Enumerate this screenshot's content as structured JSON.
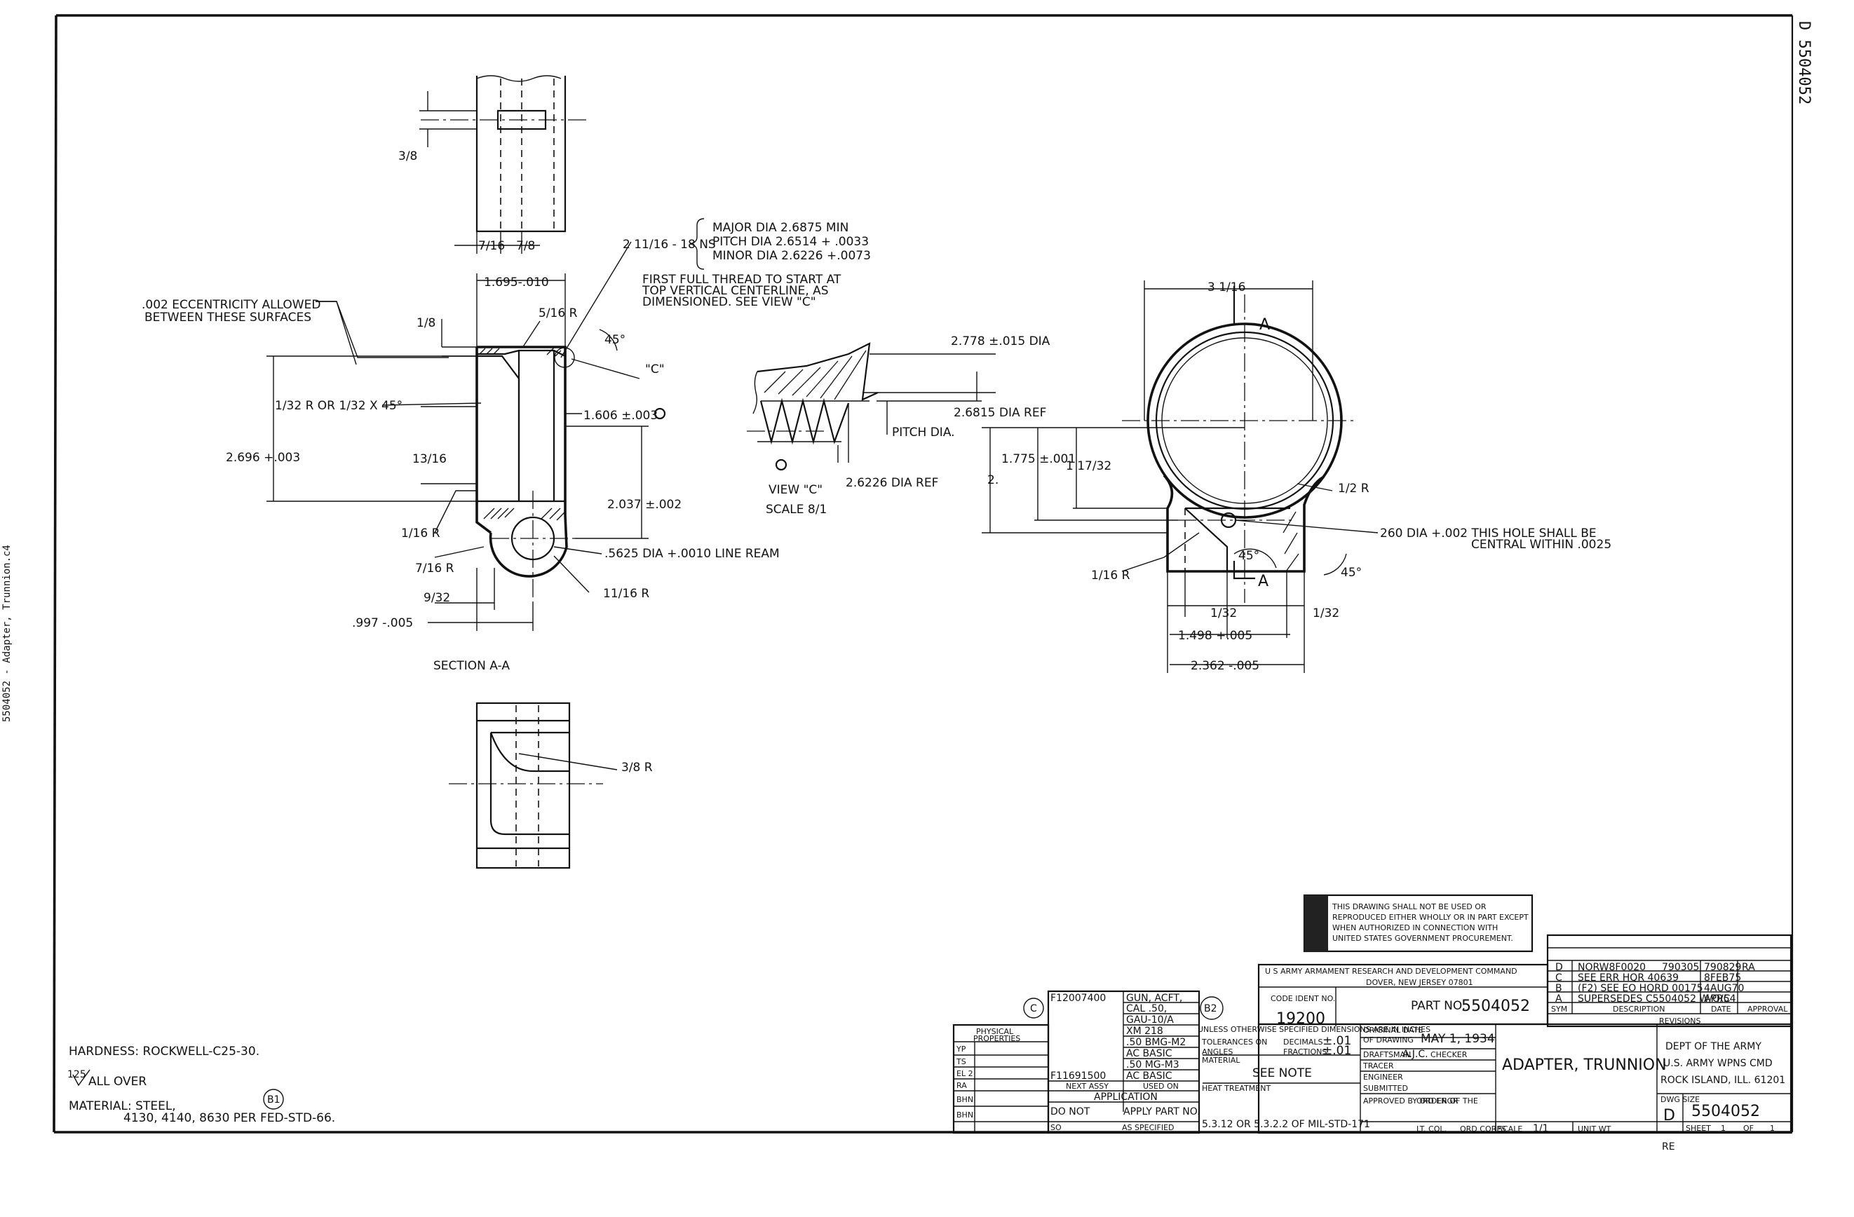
{
  "side_label": "5504052 - Adapter, Trunnion.c4",
  "corner_number": "D 5504052",
  "notes": {
    "eccentricity": [
      ".002 ECCENTRICITY ALLOWED",
      "BETWEEN THESE SURFACES"
    ],
    "thread_callout": "2 11/16 - 18 NS",
    "thread_spec": [
      "MAJOR DIA  2.6875  MIN",
      "PITCH DIA   2.6514 + .0033",
      "MINOR DIA  2.6226 +.0073"
    ],
    "first_thread": [
      "FIRST FULL THREAD TO START AT",
      "TOP VERTICAL CENTERLINE, AS",
      "DIMENSIONED. SEE VIEW \"C\""
    ],
    "hole": "260 DIA +.002  THIS HOLE SHALL BE",
    "hole2": "CENTRAL  WITHIN .0025",
    "ream": ".5625 DIA +.0010 LINE REAM",
    "hardness": "HARDNESS: ROCKWELL-C25-30.",
    "finish_value": "125",
    "finish_text": "ALL OVER",
    "material": "MATERIAL: STEEL,",
    "material2": "4130, 4140, 8630 PER FED-STD-66.",
    "b1": "B1"
  },
  "dims": {
    "d1695": "1.695-.010",
    "d5_16r": "5/16 R",
    "d1_8": "1/8",
    "d45a": "45°",
    "dC": "\"C\"",
    "chamfer": "1/32 R  OR  1/32 X 45°",
    "d1606": "1.606 ±.003",
    "d2696": "2.696 +.003",
    "d13_16": "13/16",
    "d2037": "2.037 ±.002",
    "d1_16r": "1/16 R",
    "d7_16r": "7/16 R",
    "d9_32": "9/32",
    "d11_16r": "11/16 R",
    "d997": ".997 -.005",
    "d3_8": "3/8",
    "d7_16": "7/16",
    "d7_8": "7/8",
    "section": "SECTION  A-A",
    "d3_8r": "3/8 R",
    "d2778": "2.778 ±.015 DIA",
    "d2681": "2.6815 DIA REF",
    "pitch": "PITCH  DIA.",
    "d2622": "2.6226 DIA REF",
    "viewc": "VIEW \"C\"",
    "scale": "SCALE  8/1",
    "d3_1_16": "3 1/16",
    "dA": "A",
    "d1775": "1.775 ±.001",
    "d1_17_32": "1 17/32",
    "d2": "2.",
    "d1_2r": "1/2 R",
    "d45b": "45°",
    "d45c": "45°",
    "d1_16r_b": "1/16 R",
    "d1_32a": "1/32",
    "d1_32b": "1/32",
    "d1498": "1.498 +.005",
    "d2362": "2.362 -.005"
  },
  "warning": [
    "THIS DRAWING SHALL NOT BE USED OR",
    "REPRODUCED EITHER WHOLLY OR IN PART EXCEPT",
    "WHEN AUTHORIZED IN CONNECTION WITH",
    "UNITED STATES GOVERNMENT PROCUREMENT."
  ],
  "revisions": {
    "rows": [
      {
        "sym": "D",
        "desc": "NORW8F0020",
        "no": "790305",
        "date": "790829",
        "appr": "RA"
      },
      {
        "sym": "C",
        "desc": "SEE ERR HQR 40639",
        "no": "",
        "date": "8FEB75",
        "appr": ""
      },
      {
        "sym": "B",
        "desc": "(F2) SEE EO HQRD 00175",
        "no": "",
        "date": "4AUG70",
        "appr": ""
      },
      {
        "sym": "A",
        "desc": "SUPERSEDES C5504052 W/O/C",
        "no": "",
        "date": "APR54",
        "appr": ""
      }
    ],
    "h_sym": "SYM",
    "h_desc": "DESCRIPTION",
    "h_date": "DATE",
    "h_appr": "APPROVAL",
    "title": "REVISIONS"
  },
  "title_block": {
    "agency": "U S ARMY ARMAMENT RESEARCH AND DEVELOPMENT COMMAND",
    "agency_city": "DOVER, NEW JERSEY 07801",
    "code_ident_label": "CODE IDENT NO.",
    "code_ident": "19200",
    "part_no_label": "PART NO.",
    "part_no": "5504052",
    "title": "ADAPTER, TRUNNION",
    "dept": [
      "DEPT OF THE ARMY",
      "U.S. ARMY WPNS CMD",
      "ROCK ISLAND, ILL. 61201"
    ],
    "orig_date_label": "ORIGINAL DATE",
    "orig_date_label2": "OF DRAWING",
    "orig_date": "MAY 1, 1934",
    "draftsman": "DRAFTSMAN",
    "draftsman_val": "A.J.C.",
    "tracer": "TRACER",
    "engineer": "ENGINEER",
    "checker": "CHECKER",
    "submitted": "SUBMITTED",
    "approved": "APPROVED BY ORDER OF THE",
    "ord_engr": "ORD ENGR",
    "ord_corps": "ORD CORPS",
    "lt_col": "LT. COL.",
    "tolerances": "TOLERANCES ON",
    "decimals": "DECIMALS",
    "decimals_val": "±.01",
    "fractions": "FRACTIONS",
    "fractions_val": "±.01",
    "angles": "ANGLES",
    "material_label": "MATERIAL",
    "see_note": "SEE NOTE",
    "heat_treat": "HEAT TREATMENT",
    "finish": "5.3.12 OR 5.3.2.2 OF MIL-STD-171",
    "scale_label": "SCALE",
    "scale_val": "1/1",
    "unit_wt": "UNIT WT",
    "size_label": "DWG SIZE",
    "size": "D",
    "dwg_no": "5504052",
    "sheet": "SHEET",
    "sheet_val": "1",
    "of": "OF",
    "of_val": "1",
    "re": "RE",
    "unless": "UNLESS OTHERWISE SPECIFIED DIMENSIONS ARE IN INCHES"
  },
  "application": {
    "c_mark": "C",
    "b2_mark": "B2",
    "rows": [
      {
        "next": "F12007400",
        "used": "GUN, ACFT,"
      },
      {
        "next": "",
        "used": "CAL .50,"
      },
      {
        "next": "",
        "used": "GAU-10/A"
      },
      {
        "next": "",
        "used": "XM 218"
      },
      {
        "next": "",
        "used": ".50 BMG-M2"
      },
      {
        "next": "",
        "used": "AC BASIC"
      },
      {
        "next": "",
        "used": ".50 MG-M3"
      },
      {
        "next": "F11691500",
        "used": "AC BASIC"
      }
    ],
    "next_assy": "NEXT ASSY",
    "used_on": "USED ON",
    "title": "APPLICATION",
    "do_not": "DO NOT",
    "apply": "APPLY PART NO.",
    "so": "SO",
    "as_spec": "AS SPECIFIED",
    "phys": "PHYSICAL",
    "props": "PROPERTIES",
    "phys_rows": [
      "YP",
      "TS",
      "EL 2",
      "RA",
      "BHN",
      "BHN"
    ]
  }
}
